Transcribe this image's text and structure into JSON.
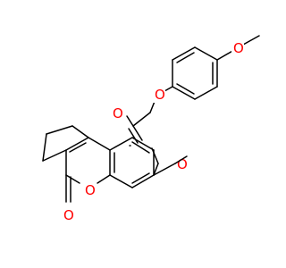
{
  "molecule": {
    "atoms": {
      "o_methoxy": "O",
      "o_ether": "O",
      "o_carbonyl_ester": "O",
      "o_ester": "O",
      "o_ring": "O",
      "o_lactone_carbonyl": "O"
    },
    "colors": {
      "bond": "#000000",
      "oxygen": "#ff0000",
      "background": "#ffffff"
    }
  }
}
